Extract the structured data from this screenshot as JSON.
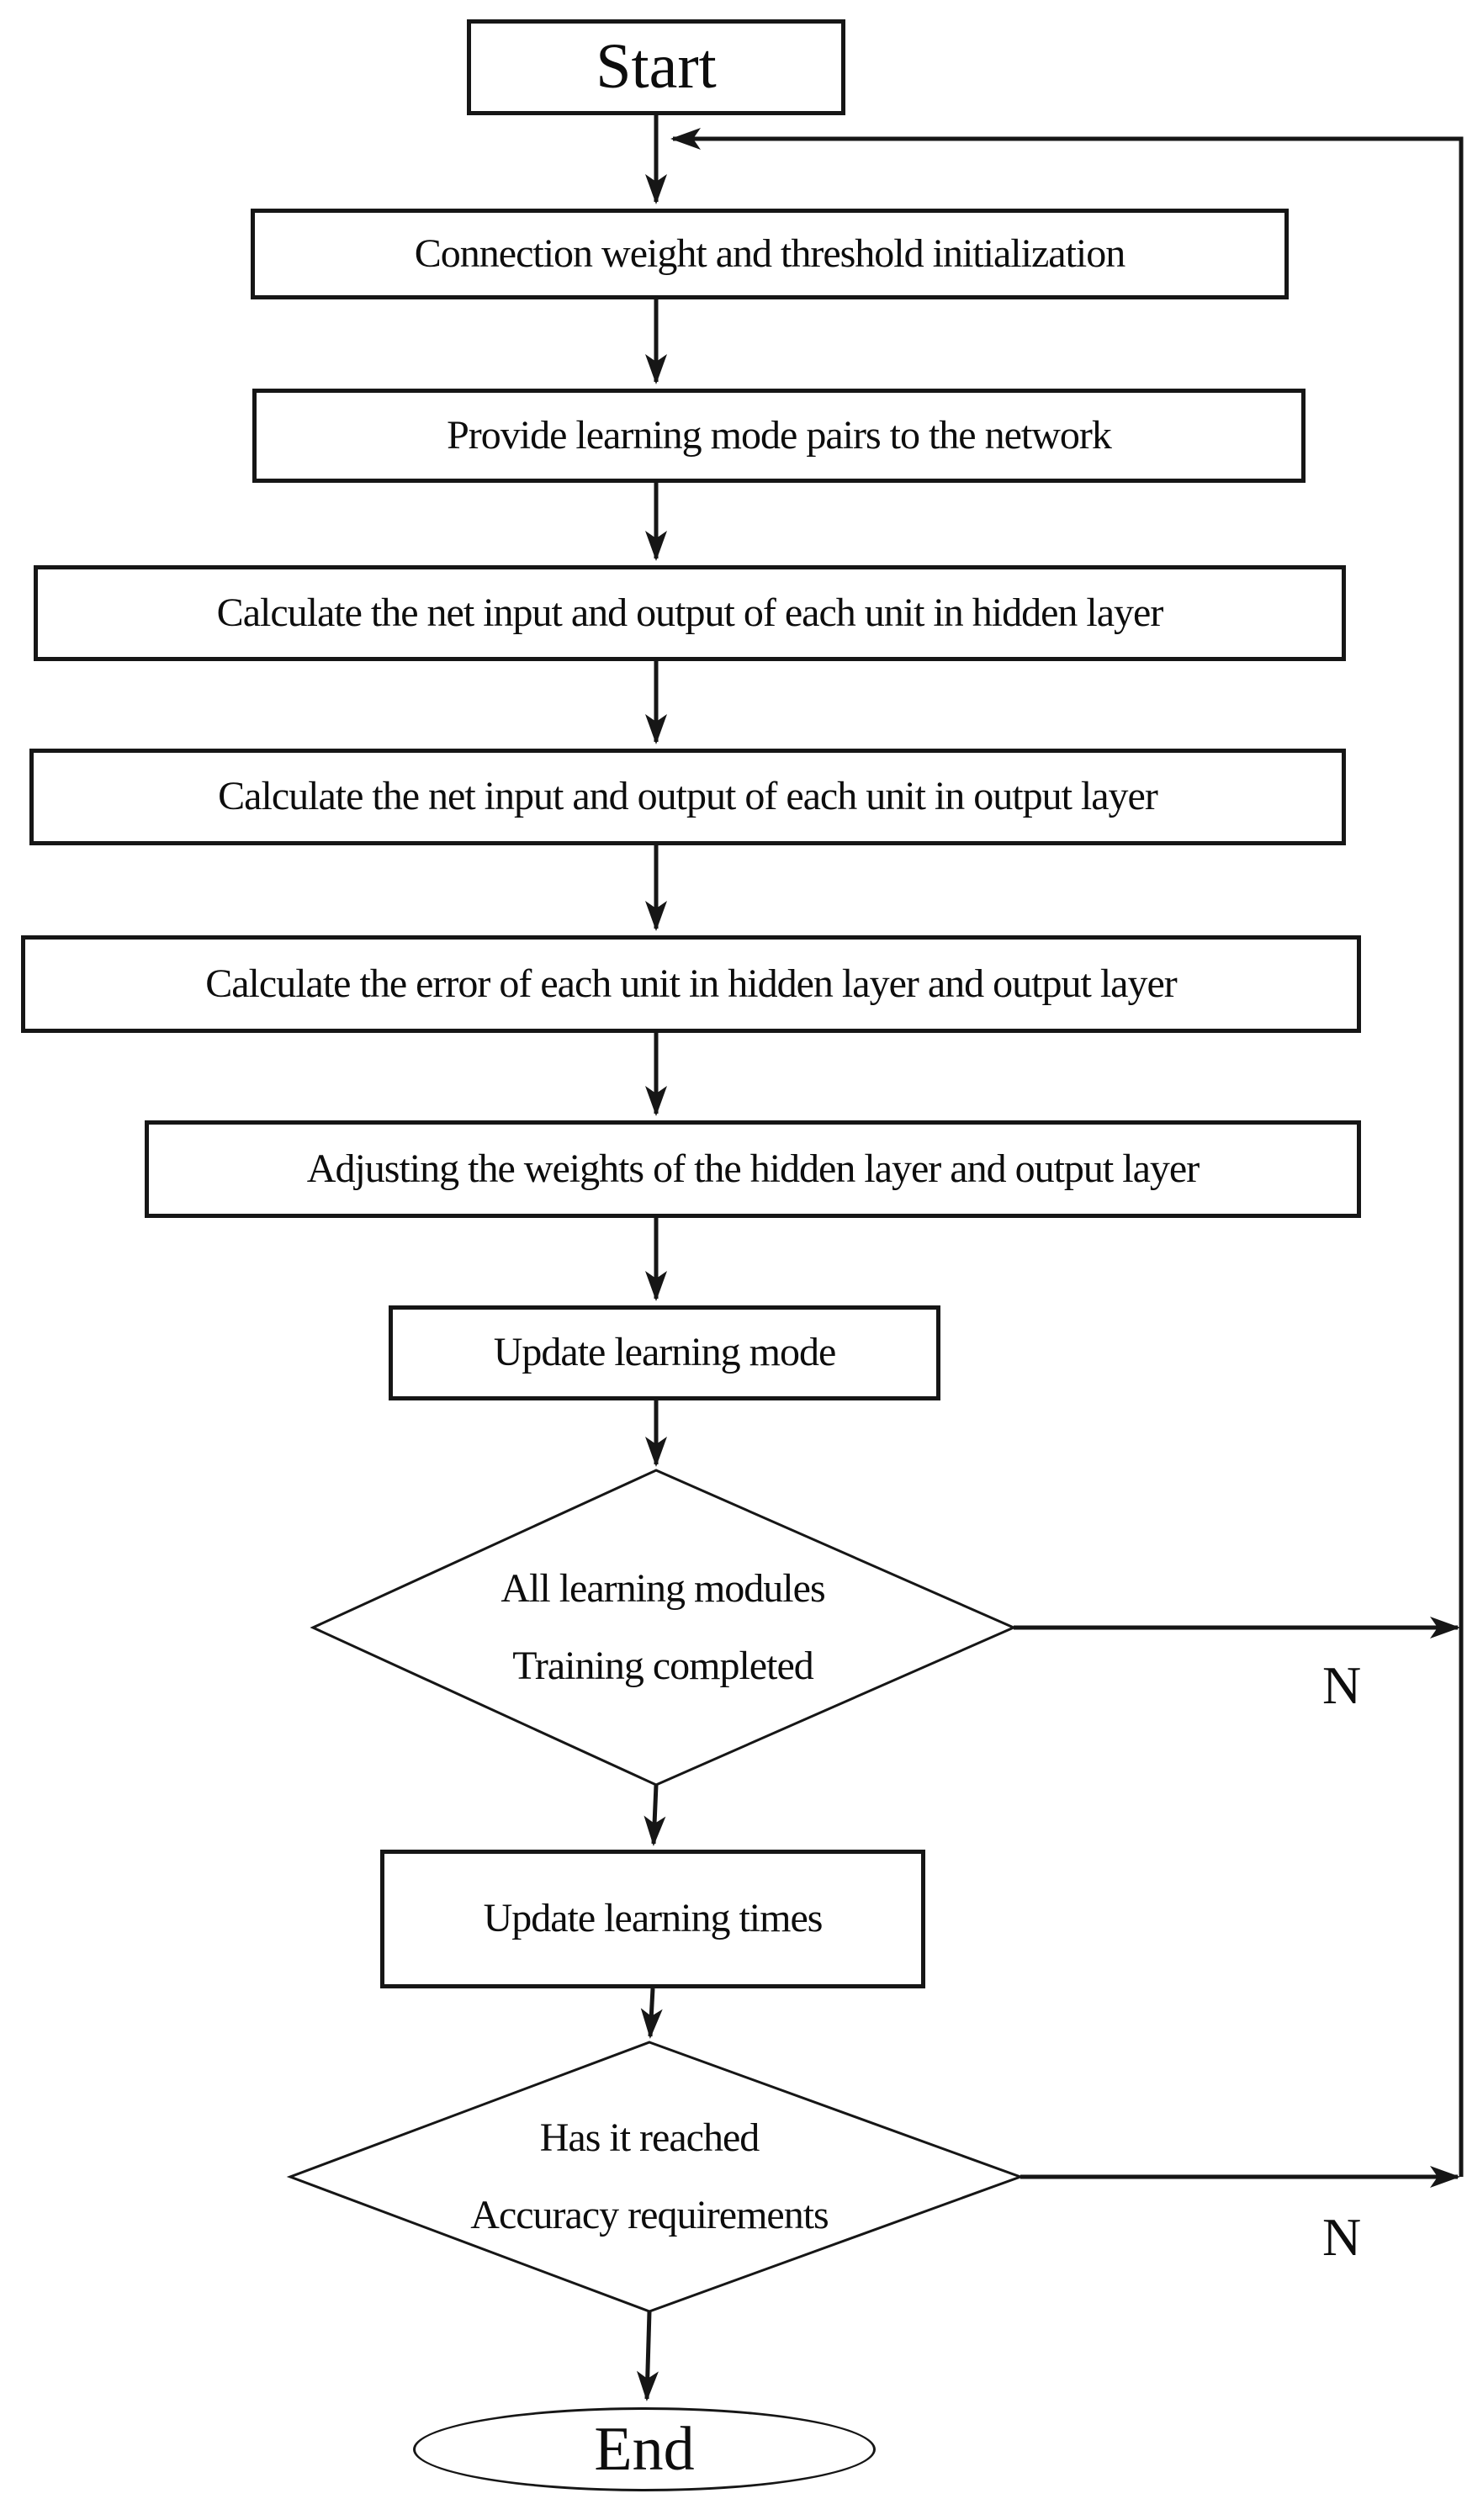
{
  "flowchart": {
    "start_label": "Start",
    "steps": {
      "init": "Connection weight and threshold initialization",
      "provide_pairs": "Provide learning mode pairs to the network",
      "calc_hidden": "Calculate the net input and output of each unit in hidden layer",
      "calc_output": "Calculate the net input and output of each unit in output layer",
      "calc_error": "Calculate the error of each unit in hidden layer and output layer",
      "adjust_weights": "Adjusting the weights of the hidden layer and output layer",
      "update_mode": "Update learning mode",
      "update_times": "Update learning times"
    },
    "decisions": {
      "all_modules": {
        "line1": "All learning modules",
        "line2": "Training completed"
      },
      "accuracy": {
        "line1": "Has it reached",
        "line2": "Accuracy requirements"
      }
    },
    "branches": {
      "no1": "N",
      "no2": "N"
    },
    "end_label": "End",
    "colors": {
      "stroke": "#161616",
      "background": "#ffffff",
      "text": "#0d0d0d"
    }
  }
}
